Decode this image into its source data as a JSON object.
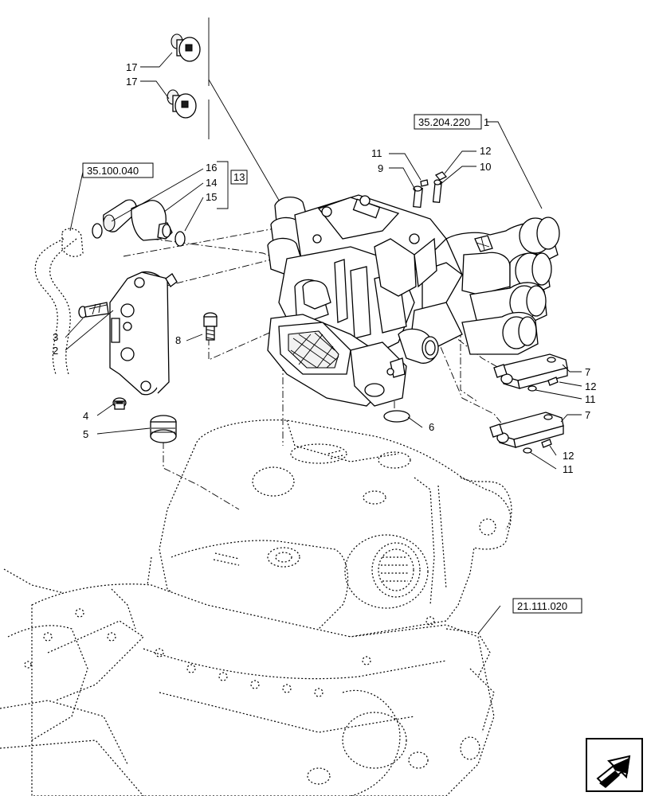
{
  "callouts": [
    {
      "id": "c17a",
      "text": "17"
    },
    {
      "id": "c17b",
      "text": "17"
    },
    {
      "id": "c16",
      "text": "16"
    },
    {
      "id": "c14",
      "text": "14"
    },
    {
      "id": "c15",
      "text": "15"
    },
    {
      "id": "c13",
      "text": "13"
    },
    {
      "id": "c3",
      "text": "3"
    },
    {
      "id": "c2",
      "text": "2"
    },
    {
      "id": "c8",
      "text": "8"
    },
    {
      "id": "c4",
      "text": "4"
    },
    {
      "id": "c5",
      "text": "5"
    },
    {
      "id": "c6",
      "text": "6"
    },
    {
      "id": "c1",
      "text": "1"
    },
    {
      "id": "c11a",
      "text": "11"
    },
    {
      "id": "c9",
      "text": "9"
    },
    {
      "id": "c12a",
      "text": "12"
    },
    {
      "id": "c10",
      "text": "10"
    },
    {
      "id": "c7a",
      "text": "7"
    },
    {
      "id": "c12b",
      "text": "12"
    },
    {
      "id": "c11b",
      "text": "11"
    },
    {
      "id": "c7b",
      "text": "7"
    },
    {
      "id": "c12c",
      "text": "12"
    },
    {
      "id": "c11c",
      "text": "11"
    }
  ],
  "references": {
    "r35100040": "35.100.040",
    "r35204220": "35.204.220",
    "r21111020": "21.111.020"
  },
  "icons": {
    "navigation": "next-page-arrow-icon"
  },
  "colors": {
    "line": "#000000",
    "background": "#ffffff"
  }
}
